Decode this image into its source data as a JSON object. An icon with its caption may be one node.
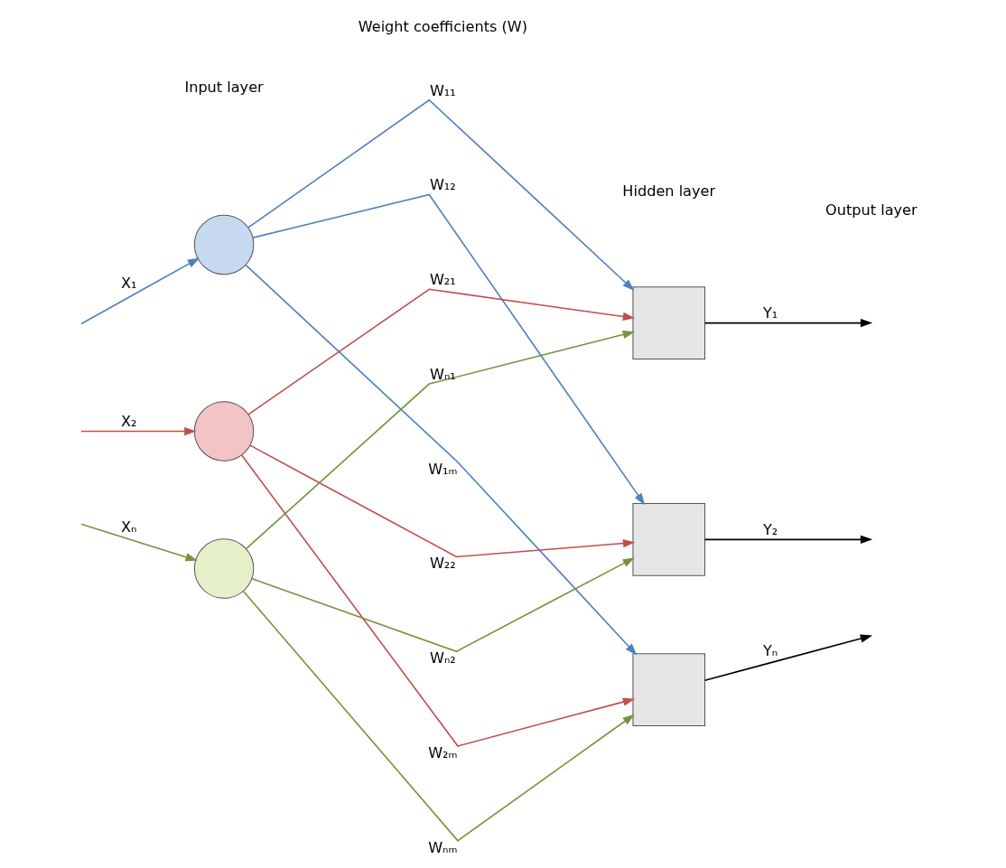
{
  "diagram": {
    "nodes": [
      {
        "text": [],
        "shape": "circle"
      },
      {
        "text": [],
        "shape": "circle"
      },
      {
        "text": [],
        "shape": "circle"
      },
      {
        "text": [],
        "shape": "box"
      },
      {
        "text": [],
        "shape": "box"
      },
      {
        "text": [],
        "shape": "box"
      }
    ],
    "edges": [
      {
        "from": null,
        "to": 0,
        "arrow": "to",
        "label": "X₁",
        "color": "#4f81bd"
      },
      {
        "from": null,
        "to": 1,
        "arrow": "to",
        "label": "X₂",
        "color": "#c0504d"
      },
      {
        "from": null,
        "to": 2,
        "arrow": "to",
        "label": "Xₙ",
        "color": "#77933c"
      },
      {
        "from": 0,
        "to": 3,
        "arrow": "to",
        "label": "W₁₁",
        "color": "#4f81bd"
      },
      {
        "from": 0,
        "to": 4,
        "arrow": "to",
        "label": "W₁₂",
        "color": "#4f81bd"
      },
      {
        "from": 0,
        "to": 5,
        "arrow": "to",
        "label": "W₁ₘ",
        "color": "#4f81bd"
      },
      {
        "from": 1,
        "to": 3,
        "arrow": "to",
        "label": "W₂₁",
        "color": "#c0504d"
      },
      {
        "from": 1,
        "to": 4,
        "arrow": "to",
        "label": "W₂₂",
        "color": "#c0504d"
      },
      {
        "from": 1,
        "to": 5,
        "arrow": "to",
        "label": "W₂ₘ",
        "color": "#c0504d"
      },
      {
        "from": 2,
        "to": 3,
        "arrow": "to",
        "label": "Wₙ₁",
        "color": "#77933c"
      },
      {
        "from": 2,
        "to": 4,
        "arrow": "to",
        "label": "Wₙ₂",
        "color": "#77933c"
      },
      {
        "from": 2,
        "to": 5,
        "arrow": "to",
        "label": "Wₙₘ",
        "color": "#77933c"
      },
      {
        "from": 3,
        "to": null,
        "arrow": "to",
        "label": "Y₁",
        "color": "#000000"
      },
      {
        "from": 4,
        "to": null,
        "arrow": "to",
        "label": "Y₂",
        "color": "#000000"
      },
      {
        "from": 5,
        "to": null,
        "arrow": "to",
        "label": "Yₙ",
        "color": "#000000"
      }
    ],
    "labels": [
      "Input layer",
      "Weight coefficients (W)",
      "Hidden layer",
      "Output layer"
    ]
  }
}
